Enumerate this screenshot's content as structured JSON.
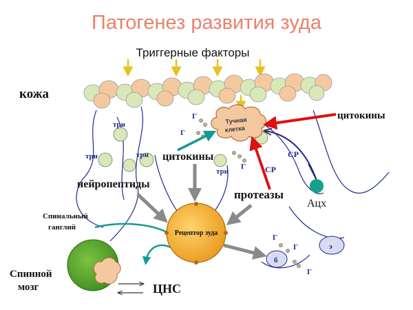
{
  "title": "Патогенез развития зуда",
  "labels": {
    "triggers": "Триггерные факторы",
    "skin": "кожа",
    "mast_cell_line1": "Тучная",
    "mast_cell_line2": "клетка",
    "cytokines_right": "цитокины",
    "cytokines_center": "цитокины",
    "neuropeptides": "нейропептиды",
    "proteases": "протеазы",
    "ach": "Ацх",
    "spinal_ganglion_line1": "Спинальный",
    "spinal_ganglion_line2": "ганглий",
    "spinal_cord_line1": "Спинной",
    "spinal_cord_line2": "мозг",
    "cns": "ЦНС",
    "itch_receptor": "Рецептор зуда",
    "tri": "три",
    "g": "Г",
    "sr": "СР",
    "b": "б",
    "e": "э"
  },
  "colors": {
    "title": "#e8826a",
    "skin_peach": "#f5c9a0",
    "skin_green": "#d9e8b8",
    "trigger_arrow": "#e8c020",
    "red_arrow": "#e01010",
    "teal_arrow": "#159a95",
    "gray_arrow": "#8a8a8a",
    "receptor": "#f2a81d",
    "spinal_cord": "#5aa52a",
    "ach_dot": "#13a08c",
    "nerve": "#1e2a8a"
  }
}
